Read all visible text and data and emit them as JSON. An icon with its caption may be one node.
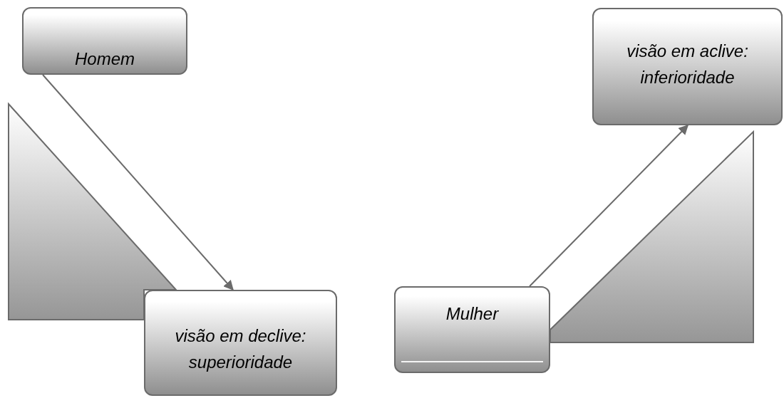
{
  "diagram": {
    "nodes": [
      {
        "text": [
          "Homem"
        ]
      },
      {
        "text": [],
        "shape": "triangle"
      },
      {
        "text": [
          "visão em declive: superioridade"
        ]
      },
      {
        "text": [
          "Mulher"
        ]
      },
      {
        "text": [
          "visão em aclive: inferioridade"
        ]
      },
      {
        "text": [],
        "shape": "triangle"
      }
    ],
    "edges": [
      {
        "from": 0,
        "to": 2,
        "arrow": "to"
      },
      {
        "from": 3,
        "to": 4,
        "arrow": "to"
      }
    ]
  }
}
